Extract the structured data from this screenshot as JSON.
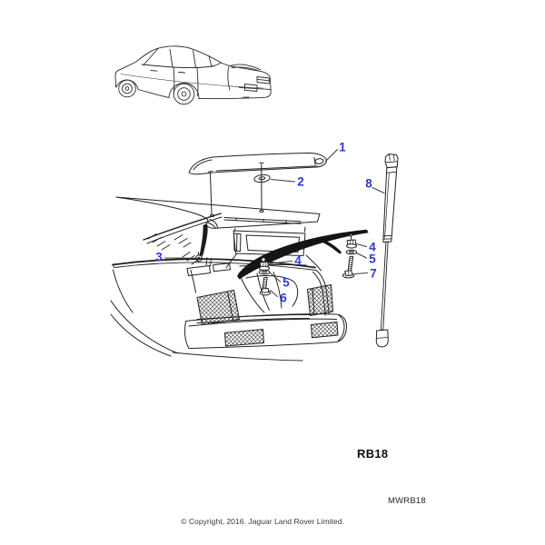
{
  "diagram": {
    "figure_code": "RB18",
    "part_code": "MWRB18",
    "copyright": "© Copyright, 2016. Jaguar Land Rover Limited.",
    "callout_color": "#2a3bd4",
    "line_color": "#222222",
    "background_color": "#ffffff",
    "callouts": [
      {
        "id": "spoiler",
        "label": "1"
      },
      {
        "id": "grommet",
        "label": "2"
      },
      {
        "id": "gas-strut",
        "label": "8"
      },
      {
        "id": "clip",
        "label": "3"
      },
      {
        "id": "upper-stud-nut",
        "label": "4"
      },
      {
        "id": "upper-washer",
        "label": "5"
      },
      {
        "id": "screw",
        "label": "6"
      },
      {
        "id": "lower-nut",
        "label": "4"
      },
      {
        "id": "lower-washer",
        "label": "5"
      },
      {
        "id": "bolt",
        "label": "7"
      }
    ]
  }
}
